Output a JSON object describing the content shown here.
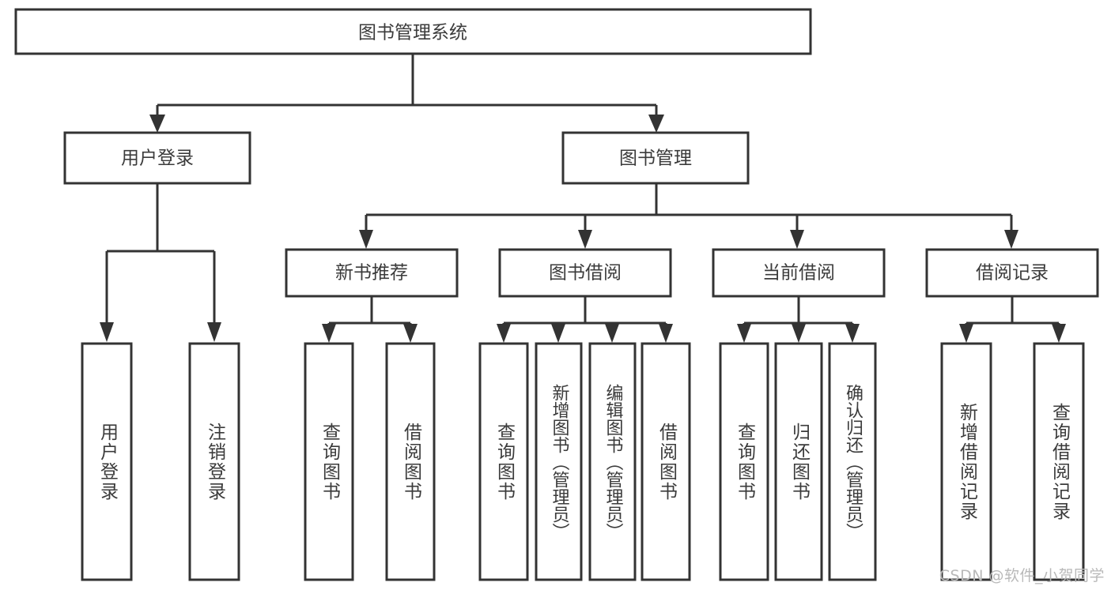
{
  "diagram": {
    "title": "图书管理系统",
    "watermark": "CSDN @软件_小贺同学"
  },
  "chart_data": {
    "type": "diagram",
    "title": "图书管理系统",
    "layout": "top-down tree / functional decomposition chart",
    "levels": 4,
    "nodes": [
      {
        "id": "root",
        "label": "图书管理系统",
        "level": 0,
        "orientation": "horizontal"
      },
      {
        "id": "login",
        "label": "用户登录",
        "level": 1,
        "orientation": "horizontal"
      },
      {
        "id": "bookmgr",
        "label": "图书管理",
        "level": 1,
        "orientation": "horizontal"
      },
      {
        "id": "newbook",
        "label": "新书推荐",
        "level": 2,
        "orientation": "horizontal"
      },
      {
        "id": "borrow",
        "label": "图书借阅",
        "level": 2,
        "orientation": "horizontal"
      },
      {
        "id": "current",
        "label": "当前借阅",
        "level": 2,
        "orientation": "horizontal"
      },
      {
        "id": "record",
        "label": "借阅记录",
        "level": 2,
        "orientation": "horizontal"
      },
      {
        "id": "leaf-user-login",
        "label": "用户登录",
        "level": 3,
        "orientation": "vertical"
      },
      {
        "id": "leaf-logout",
        "label": "注销登录",
        "level": 3,
        "orientation": "vertical"
      },
      {
        "id": "leaf-query-book-1",
        "label": "查询图书",
        "level": 3,
        "orientation": "vertical"
      },
      {
        "id": "leaf-borrow-book-1",
        "label": "借阅图书",
        "level": 3,
        "orientation": "vertical"
      },
      {
        "id": "leaf-query-book-2",
        "label": "查询图书",
        "level": 3,
        "orientation": "vertical"
      },
      {
        "id": "leaf-add-book",
        "label": "新增图书（管理员）",
        "level": 3,
        "orientation": "vertical"
      },
      {
        "id": "leaf-edit-book",
        "label": "编辑图书（管理员）",
        "level": 3,
        "orientation": "vertical"
      },
      {
        "id": "leaf-borrow-book-2",
        "label": "借阅图书",
        "level": 3,
        "orientation": "vertical"
      },
      {
        "id": "leaf-query-book-3",
        "label": "查询图书",
        "level": 3,
        "orientation": "vertical"
      },
      {
        "id": "leaf-return-book",
        "label": "归还图书",
        "level": 3,
        "orientation": "vertical"
      },
      {
        "id": "leaf-confirm-return",
        "label": "确认归还（管理员）",
        "level": 3,
        "orientation": "vertical"
      },
      {
        "id": "leaf-add-record",
        "label": "新增借阅记录",
        "level": 3,
        "orientation": "vertical"
      },
      {
        "id": "leaf-query-record",
        "label": "查询借阅记录",
        "level": 3,
        "orientation": "vertical"
      }
    ],
    "edges": [
      {
        "from": "root",
        "to": "login"
      },
      {
        "from": "root",
        "to": "bookmgr"
      },
      {
        "from": "login",
        "to": "leaf-user-login"
      },
      {
        "from": "login",
        "to": "leaf-logout"
      },
      {
        "from": "bookmgr",
        "to": "newbook"
      },
      {
        "from": "bookmgr",
        "to": "borrow"
      },
      {
        "from": "bookmgr",
        "to": "current"
      },
      {
        "from": "bookmgr",
        "to": "record"
      },
      {
        "from": "newbook",
        "to": "leaf-query-book-1"
      },
      {
        "from": "newbook",
        "to": "leaf-borrow-book-1"
      },
      {
        "from": "borrow",
        "to": "leaf-query-book-2"
      },
      {
        "from": "borrow",
        "to": "leaf-add-book"
      },
      {
        "from": "borrow",
        "to": "leaf-edit-book"
      },
      {
        "from": "borrow",
        "to": "leaf-borrow-book-2"
      },
      {
        "from": "current",
        "to": "leaf-query-book-3"
      },
      {
        "from": "current",
        "to": "leaf-return-book"
      },
      {
        "from": "current",
        "to": "leaf-confirm-return"
      },
      {
        "from": "record",
        "to": "leaf-add-record"
      },
      {
        "from": "record",
        "to": "leaf-query-record"
      }
    ],
    "colors": {
      "box_fill": "#ffffff",
      "box_stroke": "#333333",
      "text": "#3b3b3b",
      "background": "#ffffff",
      "watermark": "#b9b9b9"
    }
  }
}
